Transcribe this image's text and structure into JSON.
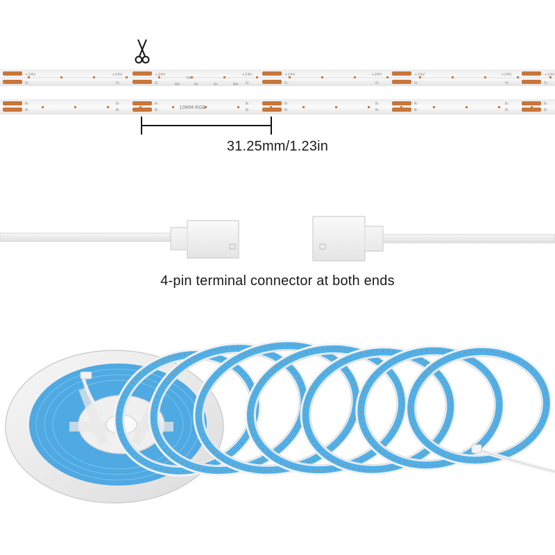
{
  "strip": {
    "top_marks": {
      "plus": "+24V",
      "minus": "G-",
      "code": "YR",
      "channels": [
        "Rb",
        "Rr",
        "Rr",
        "Rb"
      ]
    },
    "bottom_marks": {
      "red": "R-",
      "blue": "B-",
      "code": "10MM-RGB"
    }
  },
  "dimension": {
    "label": "31.25mm/1.23in"
  },
  "connector": {
    "label": "4-pin terminal connector at both ends"
  },
  "colors": {
    "led_lit": "#4fb0ea",
    "pcb_pad": "#c8763a",
    "strip_white": "#f3f3f3"
  },
  "icons": [
    "scissors-icon"
  ]
}
